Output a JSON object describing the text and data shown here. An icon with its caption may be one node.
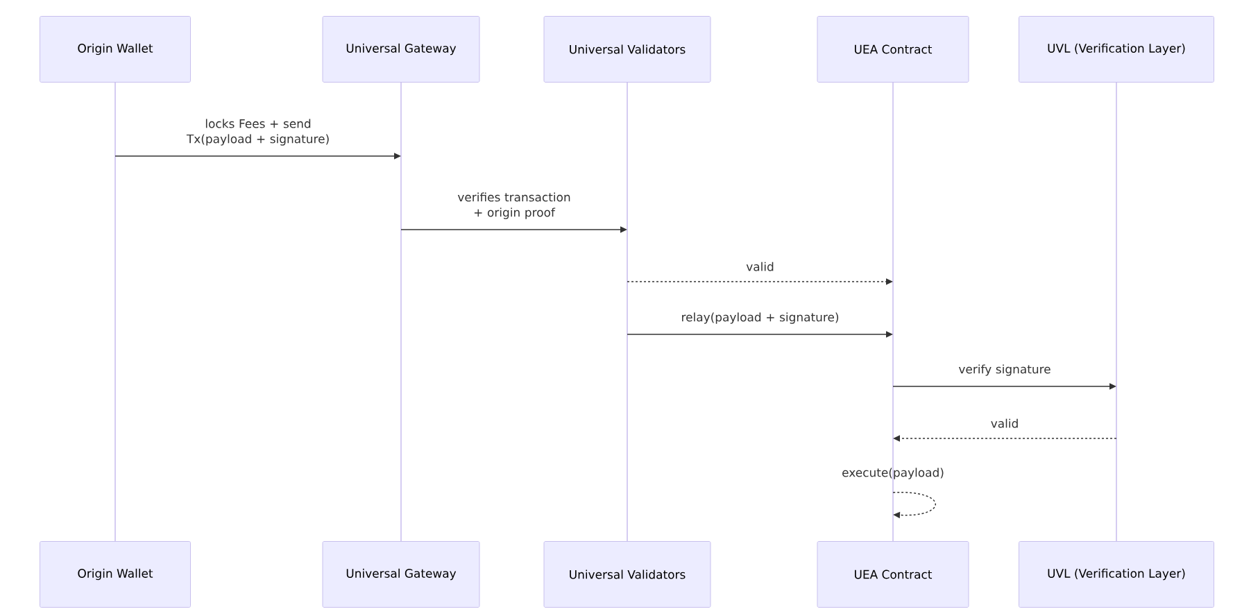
{
  "diagram": {
    "nodes": [
      {
        "text": [
          "Origin Wallet"
        ]
      },
      {
        "text": [
          "Universal Gateway"
        ]
      },
      {
        "text": [
          "Universal Validators"
        ]
      },
      {
        "text": [
          "UEA Contract"
        ]
      },
      {
        "text": [
          "UVL (Verification Layer)"
        ]
      },
      {
        "text": [],
        "shape": "bar"
      },
      {
        "text": [],
        "shape": "bar"
      },
      {
        "text": [],
        "shape": "bar"
      },
      {
        "text": [],
        "shape": "bar"
      },
      {
        "text": [],
        "shape": "bar"
      },
      {
        "text": [
          "Origin Wallet"
        ]
      },
      {
        "text": [
          "Universal Gateway"
        ]
      },
      {
        "text": [
          "Universal Validators"
        ]
      },
      {
        "text": [
          "UEA Contract"
        ]
      },
      {
        "text": [
          "UVL (Verification Layer)"
        ]
      }
    ],
    "edges": [
      {
        "from": 5,
        "to": 6,
        "arrow": "to",
        "label": "locks Fees + send Tx(payload + signature)"
      },
      {
        "from": 6,
        "to": 7,
        "arrow": "to",
        "label": "verifies transaction + origin proof"
      },
      {
        "from": 7,
        "to": 8,
        "arrow": "to",
        "label": "valid",
        "style": "dashed"
      },
      {
        "from": 7,
        "to": 8,
        "arrow": "to",
        "label": "relay(payload + signature)"
      },
      {
        "from": 8,
        "to": 9,
        "arrow": "to",
        "label": "verify signature"
      },
      {
        "from": 9,
        "to": 8,
        "arrow": "to",
        "label": "valid",
        "style": "dashed"
      },
      {
        "from": 8,
        "to": 8,
        "arrow": "to",
        "label": "execute(payload)",
        "style": "dashed"
      }
    ]
  }
}
